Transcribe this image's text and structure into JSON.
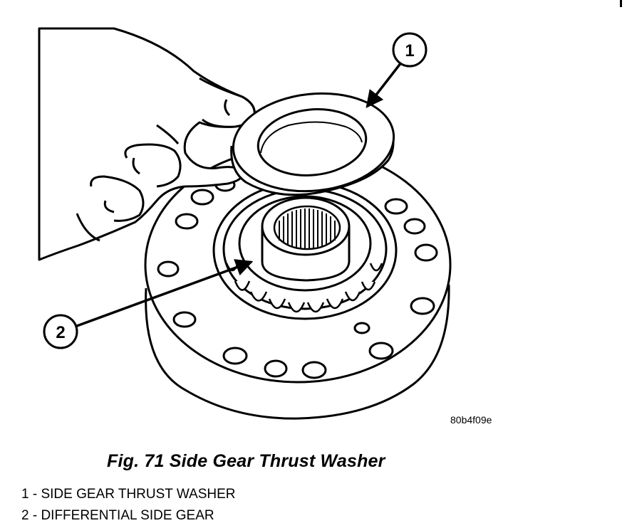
{
  "figure": {
    "drawing_code": "80b4f09e",
    "caption": "Fig. 71 Side Gear Thrust Washer",
    "callouts": [
      {
        "number": "1"
      },
      {
        "number": "2"
      }
    ],
    "legend": [
      {
        "text": "1 - SIDE GEAR THRUST WASHER"
      },
      {
        "text": "2 - DIFFERENTIAL SIDE GEAR"
      }
    ]
  }
}
